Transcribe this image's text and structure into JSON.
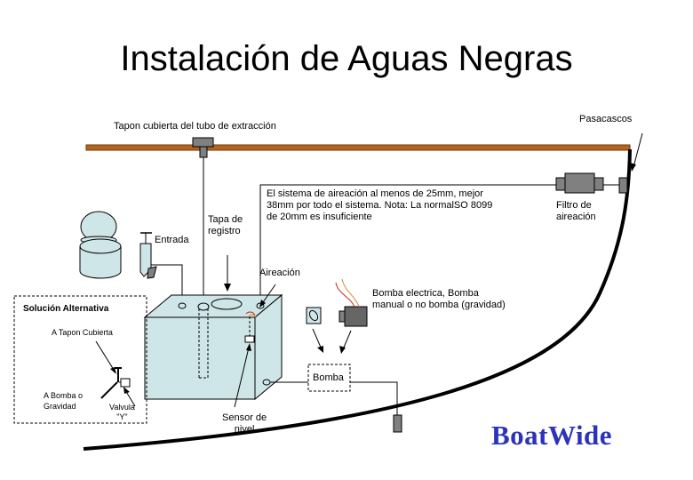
{
  "title": "Instalación de Aguas Negras",
  "brand": "BoatWide",
  "labels": {
    "deck_cap": "Tapon cubierta del tubo de extracción",
    "thru_hull": "Pasacascos",
    "aeration_system_note": "El sistema de aireación al menos de 25mm, mejor\n38mm por todo el sistema.  Nota: La normalSO 8099\nde 20mm es insuficiente",
    "aeration_filter": "Filtro de\naireación",
    "inlet": "Entrada",
    "inspection_cover": "Tapa de\nregistro",
    "aeration": "Aireación",
    "pump_options": "Bomba electrica, Bomba\nmanual o no bomba (gravidad)",
    "pump": "Bomba",
    "level_sensor": "Sensor de\nnivel"
  },
  "alternative": {
    "title": "Solución Alternativa",
    "to_deck_cap": "A Tapon Cubierta",
    "to_pump_or_gravity": "A Bomba o\nGravidad",
    "y_valve": "Valvula\n\"Y\""
  },
  "colors": {
    "deck": "#b5651d",
    "tank_fill": "#cfe6e8",
    "filter": "#808080",
    "brand": "#2b33b8"
  }
}
